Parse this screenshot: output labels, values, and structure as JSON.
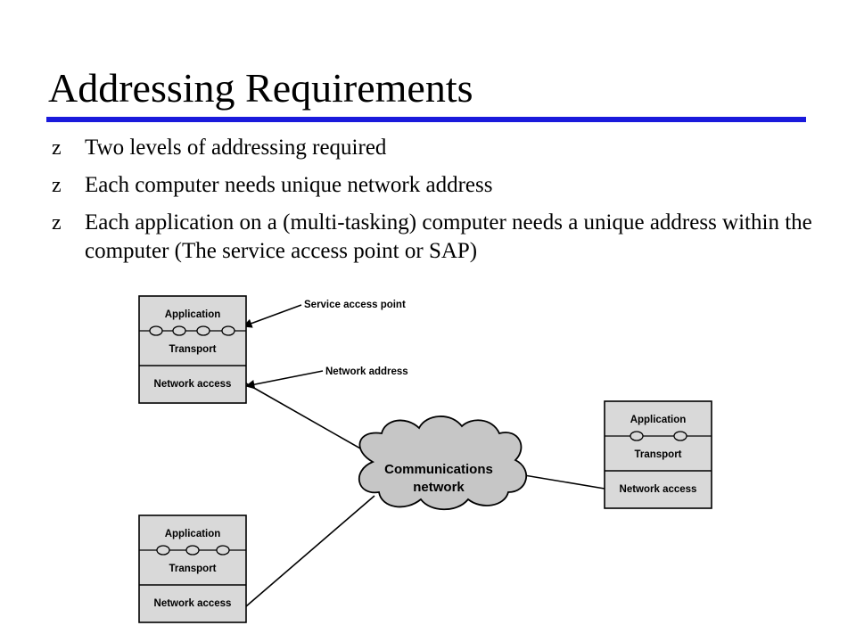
{
  "slide": {
    "title": "Addressing Requirements",
    "accent_color": "#1a1adc",
    "bullet_glyph": "z",
    "bullets": [
      "Two levels of addressing required",
      "Each computer needs unique network address",
      "Each application on a (multi-tasking) computer needs a unique address within the computer (The service access point or SAP)"
    ]
  },
  "diagram": {
    "box_fill": "#d9d9d9",
    "layer_labels": {
      "application": "Application",
      "transport": "Transport",
      "network_access": "Network access"
    },
    "callouts": {
      "service_access_point": "Service access point",
      "network_address": "Network address"
    },
    "network_label_line1": "Communications",
    "network_label_line2": "network",
    "hosts": [
      {
        "name": "host-top-left",
        "sap_count": 4
      },
      {
        "name": "host-right",
        "sap_count": 2
      },
      {
        "name": "host-bottom-left",
        "sap_count": 3
      }
    ]
  }
}
